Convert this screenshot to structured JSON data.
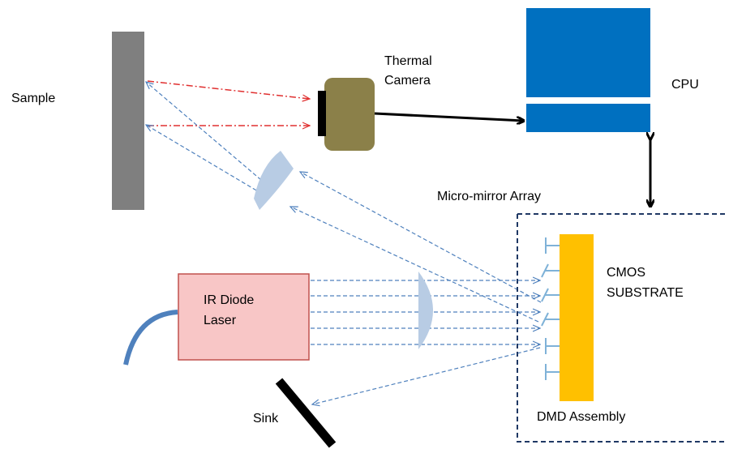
{
  "labels": {
    "sample": "Sample",
    "thermal_camera_line1": "Thermal",
    "thermal_camera_line2": "Camera",
    "cpu": "CPU",
    "micro_mirror_array": "Micro-mirror Array",
    "cmos_line1": "CMOS",
    "cmos_line2": "SUBSTRATE",
    "laser_line1": "IR Diode",
    "laser_line2": "Laser",
    "sink": "Sink",
    "dmd_assembly": "DMD Assembly"
  },
  "colors": {
    "sample": "#7f7f7f",
    "camera_body": "#8b8049",
    "cpu": "#0070c0",
    "cmos": "#ffc000",
    "laser_fill": "#f8c6c6",
    "laser_stroke": "#c0504d",
    "lens": "#b8cce4",
    "beam_blue": "#4f81bd",
    "beam_red": "#e03030",
    "mirror": "#7fb2d8",
    "dmd_border": "#1f3864",
    "fiber": "#4f81bd",
    "sink": "#000000"
  }
}
